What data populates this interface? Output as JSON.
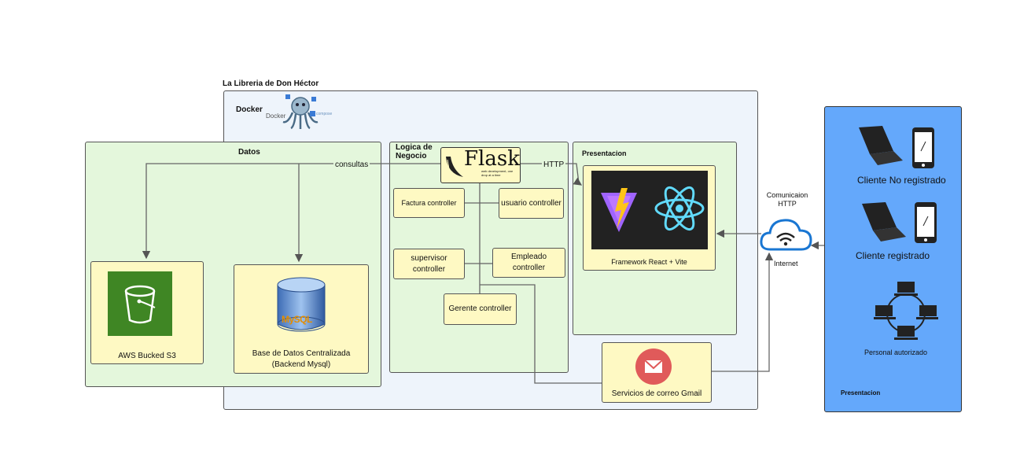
{
  "diagram": {
    "outer_title": "La Libreria de Don Héctor",
    "docker": {
      "label": "Docker",
      "logo_word": "Docker",
      "logo_word2": "compose"
    },
    "datos": {
      "title": "Datos",
      "s3_label": "AWS Bucked S3",
      "db_label": "Base de Datos Centralizada (Backend Mysql)",
      "mysql_logo": "MySQL"
    },
    "logica": {
      "title": "Logica de Negocio",
      "flask_word": "Flask",
      "flask_tagline": "web development, one drop at a time",
      "controllers": {
        "factura": "Factura controller",
        "usuario": "usuario controller",
        "supervisor": "supervisor controller",
        "empleado": "Empleado controller",
        "gerente": "Gerente controller"
      }
    },
    "presentacion_inner": {
      "title": "Presentacion",
      "framework_label": "Framework React + Vite"
    },
    "correo": {
      "label": "Servicios de correo Gmail"
    },
    "edges": {
      "consultas": "consultas",
      "http": "HTTP"
    },
    "cloud": {
      "comm_label": "Comunicaion HTTP",
      "internet_label": "Internet"
    },
    "clients": {
      "panel_title": "Presentacion",
      "no_registrado": "Cliente No registrado",
      "registrado": "Cliente registrado",
      "personal": "Personal autorizado"
    },
    "colors": {
      "docker_bg": "#eef4fb",
      "green_bg": "#e4f7dc",
      "yellow_bg": "#fef9c3",
      "clients_bg": "#64a8fb",
      "s3_green": "#3f8624",
      "gmail_red": "#e05a5a",
      "react_cyan": "#61dafb"
    }
  }
}
